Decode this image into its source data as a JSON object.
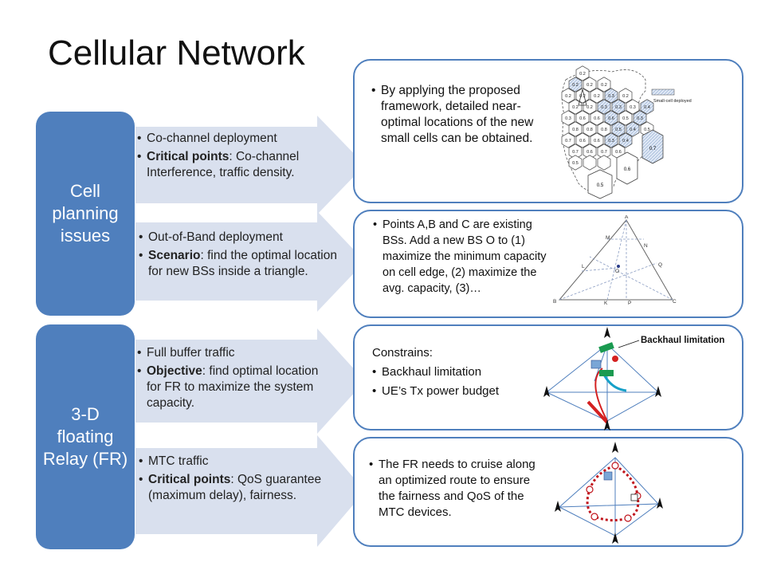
{
  "title": "Cellular Network",
  "sections": [
    {
      "label": "Cell planning issues"
    },
    {
      "label": "3-D floating Relay (FR)"
    }
  ],
  "arrows": [
    {
      "item1": "Co-channel deployment",
      "item2_bold": "Critical points",
      "item2_rest": ": Co-channel Interference, traffic density."
    },
    {
      "item1": "Out-of-Band deployment",
      "item2_bold": "Scenario",
      "item2_rest": ": find the optimal location for new BSs inside a triangle."
    },
    {
      "item1": "Full buffer traffic",
      "item2_bold": "Objective",
      "item2_rest": ": find optimal location for FR to maximize the system capacity."
    },
    {
      "item1": "MTC traffic",
      "item2_bold": "Critical points",
      "item2_rest": ": QoS guarantee (maximum delay), fairness."
    }
  ],
  "panels": [
    {
      "text": "By applying the proposed framework, detailed near-optimal locations of the new small cells can be obtained."
    },
    {
      "text": "Points A,B and C are existing BSs. Add a new BS O to (1) maximize the minimum capacity on cell edge, (2) maximize the avg. capacity, (3)…"
    },
    {
      "heading": "Constrains:",
      "item1": "Backhaul limitation",
      "item2": "UE’s Tx power budget"
    },
    {
      "text": "The FR needs to cruise along an optimized route to ensure the fairness and QoS of the MTC devices."
    }
  ],
  "figures": {
    "hex_legend": "Small-cell deployed",
    "hex_values": [
      "0.2",
      "0.2",
      "0.2",
      "0.2",
      "0.2",
      "0.2",
      "0.2",
      "0.3",
      "0.2",
      "0.2",
      "0.2",
      "0.3",
      "0.3",
      "0.3",
      "0.4",
      "0.3",
      "0.6",
      "0.6",
      "0.6",
      "0.5",
      "0.3",
      "0.8",
      "0.8",
      "0.8",
      "0.5",
      "0.4",
      "0.5",
      "0.7",
      "0.6",
      "0.6",
      "0.3",
      "0.4",
      "0.7",
      "0.6",
      "0.7",
      "0.6",
      "0.5"
    ],
    "triangle_labels": [
      "A",
      "B",
      "C",
      "M",
      "N",
      "L",
      "O",
      "Q",
      "K",
      "P"
    ],
    "backhaul_label": "Backhaul limitation"
  },
  "colors": {
    "side_box": "#4f7fbd",
    "arrow_fill": "#d9e0ee",
    "panel_border": "#4f7fbd"
  }
}
